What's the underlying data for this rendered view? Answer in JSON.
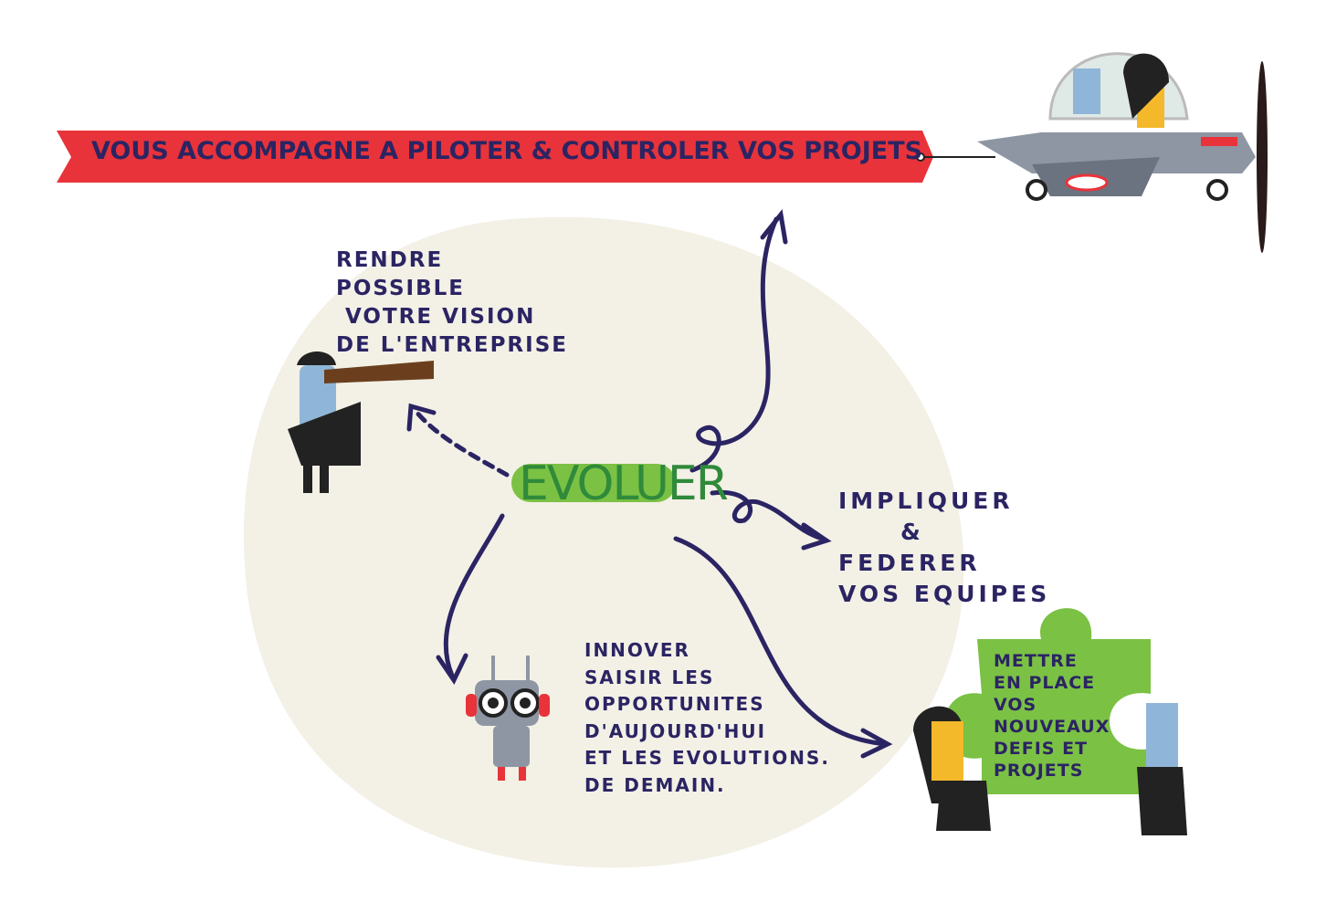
{
  "banner": {
    "text": "VOUS ACCOMPAGNE A PILOTER & CONTROLER VOS PROJETS"
  },
  "center": {
    "label": "EVOLUER"
  },
  "vision": {
    "lines": [
      "RENDRE",
      "POSSIBLE",
      "VOTRE VISION",
      "DE L'ENTREPRISE"
    ]
  },
  "teams": {
    "lines": [
      "IMPLIQUER",
      "&",
      "FEDERER",
      "VOS EQUIPES"
    ]
  },
  "innovate": {
    "lines": [
      "INNOVER",
      "SAISIR LES",
      "OPPORTUNITES",
      "D'AUJOURD'HUI",
      "ET LES EVOLUTIONS.",
      "DE DEMAIN."
    ]
  },
  "puzzle": {
    "lines": [
      "METTRE",
      "EN PLACE",
      "VOS",
      "NOUVEAUX",
      "DEFIS ET",
      "PROJETS"
    ]
  },
  "colors": {
    "banner": "#e8333a",
    "ink": "#2b2463",
    "blob": "#f3f0e6",
    "green": "#7bc144",
    "evoluer": "#2f8a3a"
  }
}
